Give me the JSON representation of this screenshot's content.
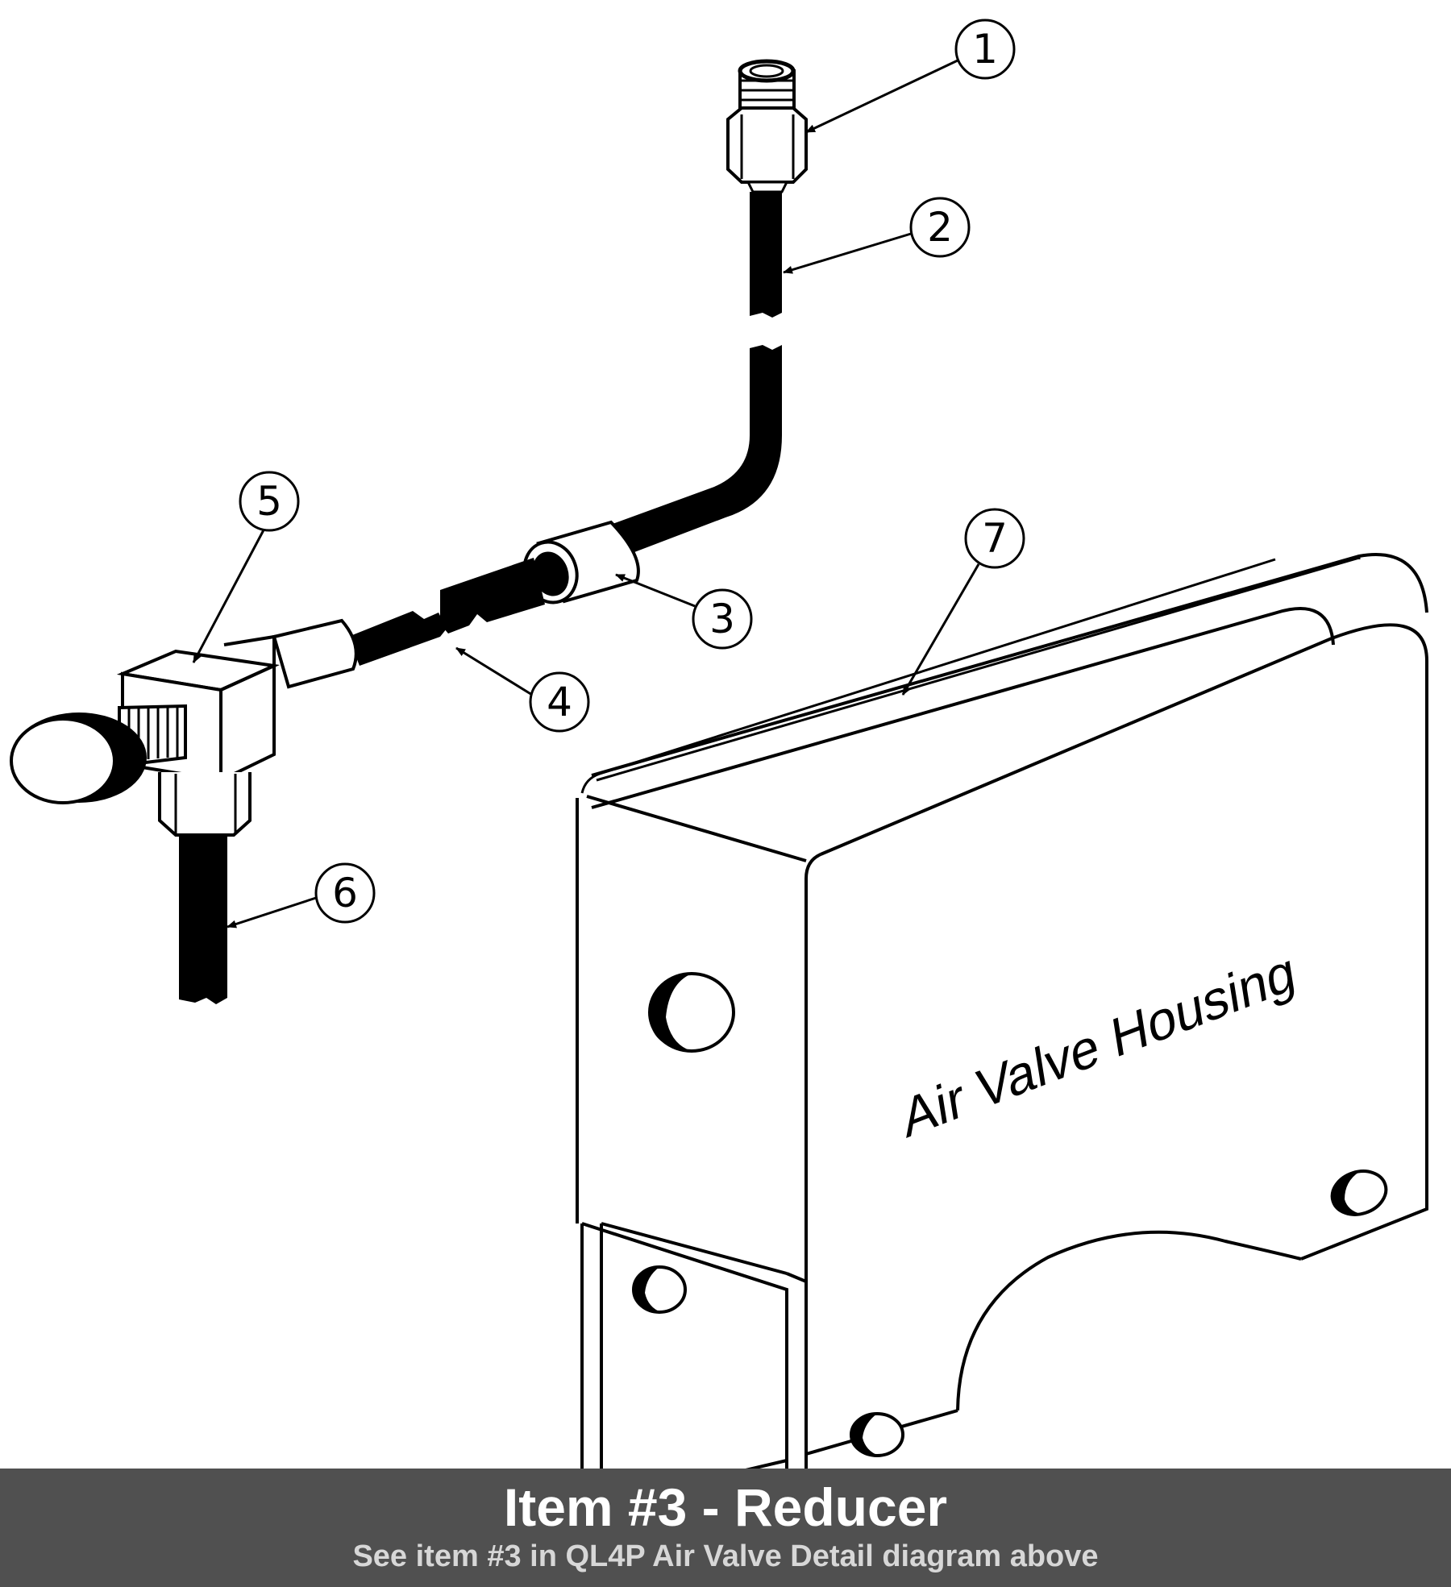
{
  "callouts": {
    "c1": "1",
    "c2": "2",
    "c3": "3",
    "c4": "4",
    "c5": "5",
    "c6": "6",
    "c7": "7"
  },
  "housing_label": "Air Valve Housing",
  "caption": {
    "title": "Item #3 - Reducer",
    "subtitle": "See item #3 in QL4P Air Valve Detail diagram above"
  },
  "colors": {
    "caption_background": "#505050",
    "caption_text": "#ffffff",
    "caption_subtext": "#d7d7d7",
    "line": "#000000"
  }
}
